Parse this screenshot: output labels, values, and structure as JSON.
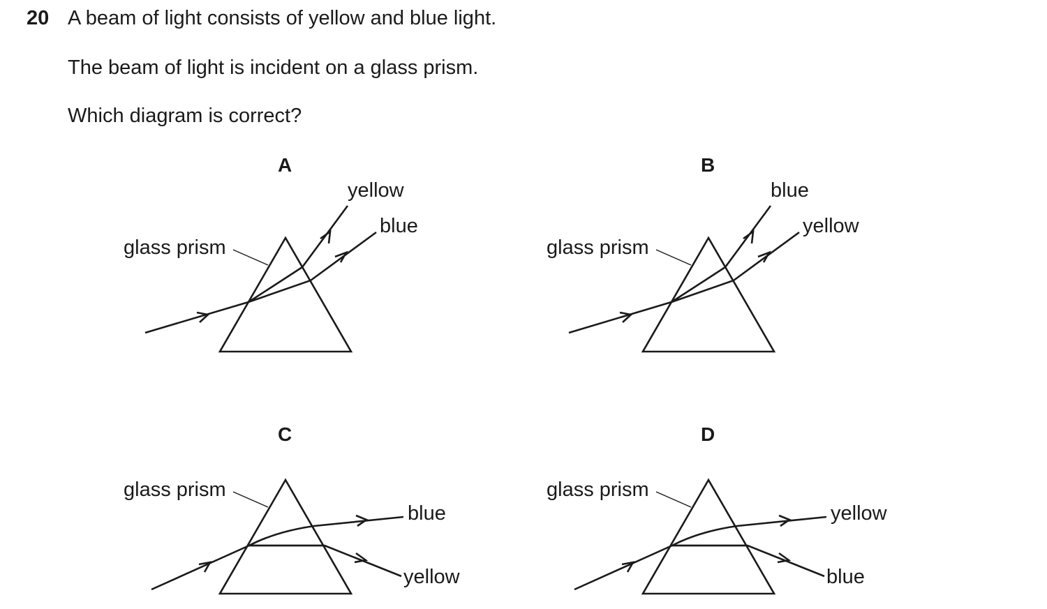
{
  "question": {
    "number": "20",
    "lines": [
      "A beam of light consists of yellow and blue light.",
      "The beam of light is incident on a glass prism.",
      "Which diagram is correct?"
    ]
  },
  "options": [
    {
      "letter": "A",
      "prism_label": "glass prism",
      "upper_ray_label": "yellow",
      "lower_ray_label": "blue"
    },
    {
      "letter": "B",
      "prism_label": "glass prism",
      "upper_ray_label": "blue",
      "lower_ray_label": "yellow"
    },
    {
      "letter": "C",
      "prism_label": "glass prism",
      "upper_ray_label": "blue",
      "lower_ray_label": "yellow"
    },
    {
      "letter": "D",
      "prism_label": "glass prism",
      "upper_ray_label": "yellow",
      "lower_ray_label": "blue"
    }
  ]
}
